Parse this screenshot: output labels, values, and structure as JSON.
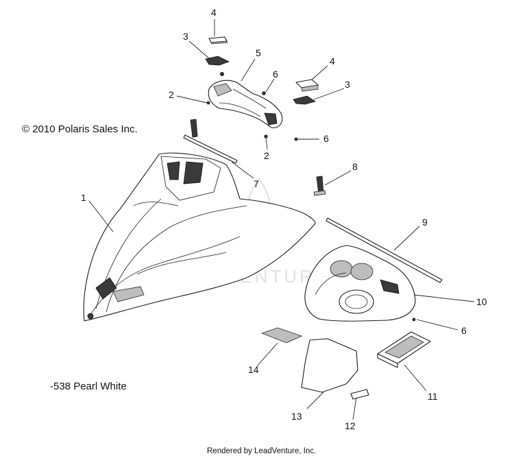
{
  "copyright": "© 2010 Polaris Sales Inc.",
  "color_note": "-538 Pearl White",
  "footer": "Rendered by LeadVenture, Inc.",
  "watermark": "LEADVENTURE",
  "callouts": [
    "1",
    "2",
    "2",
    "3",
    "3",
    "4",
    "4",
    "5",
    "6",
    "6",
    "6",
    "7",
    "8",
    "9",
    "10",
    "11",
    "12",
    "13",
    "14"
  ]
}
